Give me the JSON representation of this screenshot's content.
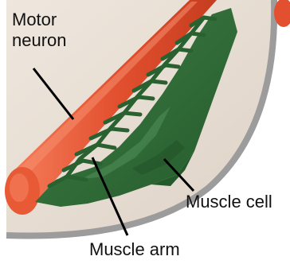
{
  "labels": {
    "motor_neuron_line1": "Motor",
    "motor_neuron_line2": "neuron",
    "muscle_cell": "Muscle cell",
    "muscle_arm": "Muscle arm"
  },
  "colors": {
    "tissue": "#e6ddd3",
    "tissue_shadow": "#d4c8bc",
    "wall": "#9c9c9c",
    "neuron": "#e2502f",
    "neuron_highlight": "#f27a57",
    "muscle": "#2e6e35",
    "muscle_dark": "#1f4f26",
    "muscle_light": "#4f8c55",
    "leader": "#000000"
  }
}
